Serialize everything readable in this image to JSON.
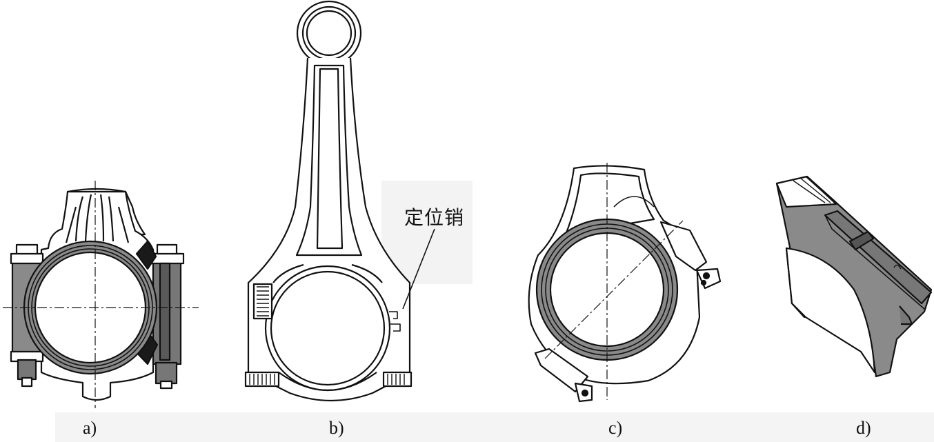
{
  "captions": {
    "a": "a)",
    "b": "b)",
    "c": "c)",
    "d": "d)"
  },
  "labels": {
    "locating_pin": "定位销"
  },
  "colors": {
    "line": "#111111",
    "fill_dark": "#8a8a8a",
    "fill_black": "#1a1a1a",
    "background": "#ffffff"
  }
}
